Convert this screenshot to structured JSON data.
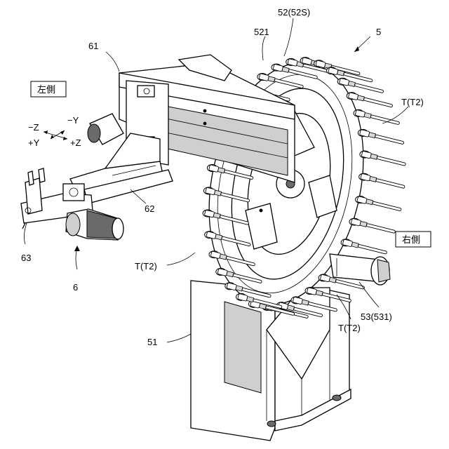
{
  "labels": {
    "magazine_number": "5",
    "disk_label": "52(52S)",
    "pocket_label": "521",
    "tool_label_right": "T(T2)",
    "tool_label_left": "T(T2)",
    "tool_label_bottom": "T(T2)",
    "motor_label": "53(531)",
    "column_label": "51",
    "arm_frame_label": "61",
    "arm_label": "62",
    "gripper_label": "63",
    "changer_label": "6",
    "left_side": "左側",
    "right_side": "右側"
  },
  "axes": {
    "minus_z": "−Z",
    "minus_y": "−Y",
    "plus_y": "+Y",
    "plus_z": "+Z"
  }
}
